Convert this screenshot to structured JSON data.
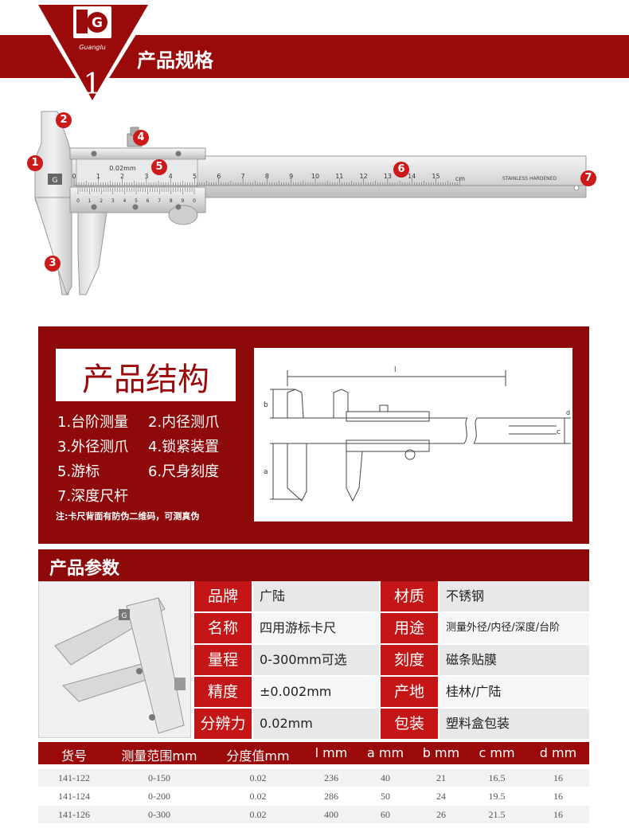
{
  "header": {
    "logo_text": "Guanglu",
    "section_number": "1",
    "title": "产品规格"
  },
  "caliper": {
    "callouts": [
      "1",
      "2",
      "3",
      "4",
      "5",
      "6",
      "7"
    ],
    "vernier_label": "0.02mm",
    "scale_numbers": [
      "0",
      "1",
      "2",
      "3",
      "4",
      "5",
      "6",
      "7",
      "8",
      "9",
      "10",
      "11",
      "12",
      "13",
      "14",
      "15"
    ],
    "unit": "cm",
    "beam_text": "STAINLESS HARDENED",
    "vernier_numbers": [
      "0",
      "1",
      "2",
      "3",
      "4",
      "5",
      "6",
      "7",
      "8",
      "9",
      "0"
    ]
  },
  "structure": {
    "title": "产品结构",
    "features": [
      "1.台阶测量",
      "2.内径测爪",
      "3.外径测爪",
      "4.锁紧装置",
      "5.游标",
      "6.尺身刻度",
      "7.深度尺杆"
    ],
    "note": "注:卡尺背面有防伪二维码，可测真伪",
    "diagram_labels": {
      "l": "l",
      "b": "b",
      "a": "a",
      "c": "c",
      "d": "d"
    }
  },
  "params": {
    "title": "产品参数",
    "rows": [
      {
        "l1": "品牌",
        "v1": "广陆",
        "l2": "材质",
        "v2": "不锈钢"
      },
      {
        "l1": "名称",
        "v1": "四用游标卡尺",
        "l2": "用途",
        "v2": "测量外径/内径/深度/台阶"
      },
      {
        "l1": "量程",
        "v1": "0-300mm可选",
        "l2": "刻度",
        "v2": "磁条贴膜"
      },
      {
        "l1": "精度",
        "v1": "±0.002mm",
        "l2": "产地",
        "v2": "桂林/广陆"
      },
      {
        "l1": "分辨力",
        "v1": "0.02mm",
        "l2": "包装",
        "v2": "塑料盒包装"
      }
    ]
  },
  "spec_table": {
    "headers": [
      "货号",
      "测量范围mm",
      "分度值mm",
      "l mm",
      "a mm",
      "b mm",
      "c mm",
      "d mm"
    ],
    "rows": [
      [
        "141-122",
        "0-150",
        "0.02",
        "236",
        "40",
        "21",
        "16.5",
        "16"
      ],
      [
        "141-124",
        "0-200",
        "0.02",
        "286",
        "50",
        "24",
        "19.5",
        "16"
      ],
      [
        "141-126",
        "0-300",
        "0.02",
        "400",
        "60",
        "26",
        "21.5",
        "16"
      ]
    ]
  }
}
